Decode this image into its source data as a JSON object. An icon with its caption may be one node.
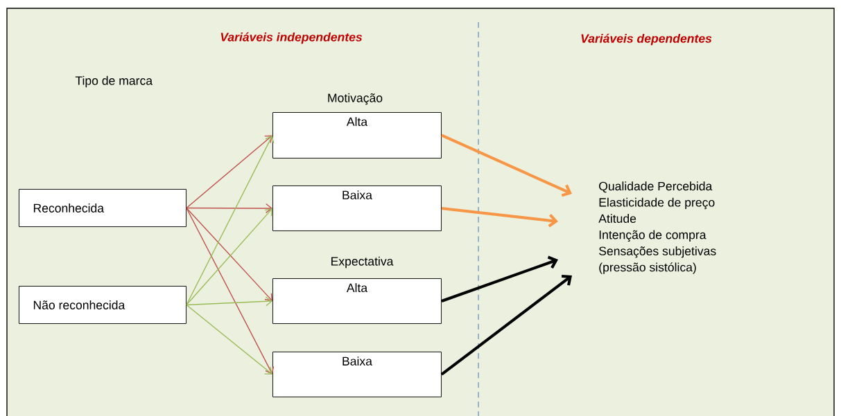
{
  "diagram": {
    "nodes": [
      {
        "text": [
          "Reconhecida"
        ]
      },
      {
        "text": [
          "Não reconhecida"
        ]
      },
      {
        "text": [
          "Alta"
        ]
      },
      {
        "text": [
          "Baixa"
        ]
      },
      {
        "text": [
          "Alta"
        ]
      },
      {
        "text": [
          "Baixa"
        ]
      },
      {
        "text": [
          "Qualidade Percebida",
          "Elasticidade de preço",
          "Atitude",
          "Intenção de compra",
          "Sensações subjetivas",
          "(pressão sistólica)"
        ]
      }
    ],
    "edges": [
      {
        "from": 0,
        "to": 2,
        "arrow": "to",
        "color": "#c0504d"
      },
      {
        "from": 0,
        "to": 3,
        "arrow": "to",
        "color": "#c0504d"
      },
      {
        "from": 0,
        "to": 4,
        "arrow": "to",
        "color": "#c0504d"
      },
      {
        "from": 0,
        "to": 5,
        "arrow": "to",
        "color": "#c0504d"
      },
      {
        "from": 1,
        "to": 2,
        "arrow": "to",
        "color": "#9bbb59"
      },
      {
        "from": 1,
        "to": 3,
        "arrow": "to",
        "color": "#9bbb59"
      },
      {
        "from": 1,
        "to": 4,
        "arrow": "to",
        "color": "#9bbb59"
      },
      {
        "from": 1,
        "to": 5,
        "arrow": "to",
        "color": "#9bbb59"
      },
      {
        "from": 2,
        "to": 6,
        "arrow": "to",
        "style": "thick",
        "color": "#f79646"
      },
      {
        "from": 3,
        "to": 6,
        "arrow": "to",
        "style": "thick",
        "color": "#f79646"
      },
      {
        "from": 4,
        "to": 6,
        "arrow": "to",
        "style": "thick",
        "color": "#000000"
      },
      {
        "from": 5,
        "to": 6,
        "arrow": "to",
        "style": "thick",
        "color": "#000000"
      }
    ],
    "labels": [
      "Variáveis independentes",
      "Variáveis dependentes",
      "Tipo de marca",
      "Motivação",
      "Expectativa"
    ]
  }
}
